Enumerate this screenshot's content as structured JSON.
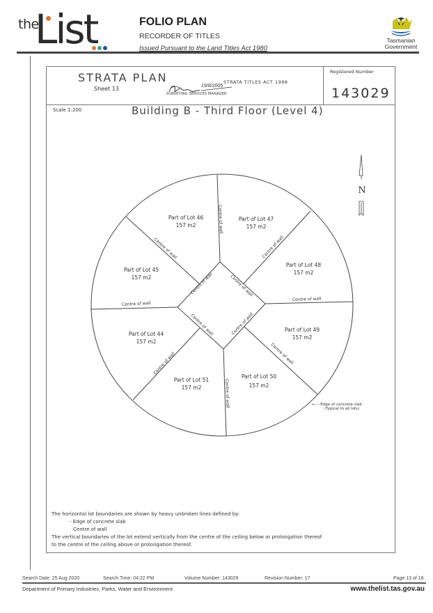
{
  "header": {
    "logo": {
      "the": "the",
      "list": "List",
      "dot_colors": [
        "#d9733a",
        "#3aa08f",
        "#1f4fa0"
      ],
      "i_dot_color": "#d9733a"
    },
    "title": "FOLIO PLAN",
    "subtitle": "RECORDER OF TITLES",
    "issued": "Issued Pursuant to the Land Titles Act 1980",
    "gov_logo": {
      "line1": "Tasmanian",
      "line2": "Government",
      "emblem_colors": [
        "#c8c21c",
        "#1d5fa8"
      ]
    }
  },
  "plan": {
    "title": "STRATA PLAN",
    "sheet": "Sheet 13",
    "act": "STRATA TITLES ACT 1998",
    "signature_date": "19/8/2005",
    "signatory_role": "SURVEYING SERVICES MANAGER",
    "registered_label": "Registered Number",
    "registered_number": "143029",
    "scale": "Scale 1:200",
    "building_title": "Building B - Third Floor (Level 4)",
    "north_label": "N",
    "lots": [
      {
        "label": "Part of Lot 46",
        "area": "157 m2"
      },
      {
        "label": "Part of Lot 47",
        "area": "157 m2"
      },
      {
        "label": "Part of Lot 48",
        "area": "157 m2"
      },
      {
        "label": "Part of Lot 49",
        "area": "157 m2"
      },
      {
        "label": "Part of Lot 50",
        "area": "157 m2"
      },
      {
        "label": "Part of Lot 51",
        "area": "157 m2"
      },
      {
        "label": "Part of Lot 44",
        "area": "157 m2"
      },
      {
        "label": "Part of Lot 45",
        "area": "157 m2"
      }
    ],
    "wall_label": "Centre of wall",
    "slab_note_1": "←--- Edge of concrete slab",
    "slab_note_2": "(Typical to all lots)",
    "notes": {
      "line1": "The horizontal lot boundaries are shown by heavy unbroken lines defined by:",
      "line2": "- Edge of concrete slab",
      "line3": "Centre of wall",
      "line4": "The vertical boundaries of the lot extend vertically from the centre of the ceiling below or prolongation thereof",
      "line5": "to the centre of the ceiling above or prolongation thereof."
    }
  },
  "footer": {
    "search_date": "Search Date: 25 Aug 2020",
    "search_time": "Search Time: 04:22 PM",
    "volume": "Volume Number: 143029",
    "revision": "Revision Number: 17",
    "page": "Page 13 of 16",
    "department": "Department of Primary Industries, Parks, Water and Environment",
    "url": "www.thelist.tas.gov.au"
  }
}
